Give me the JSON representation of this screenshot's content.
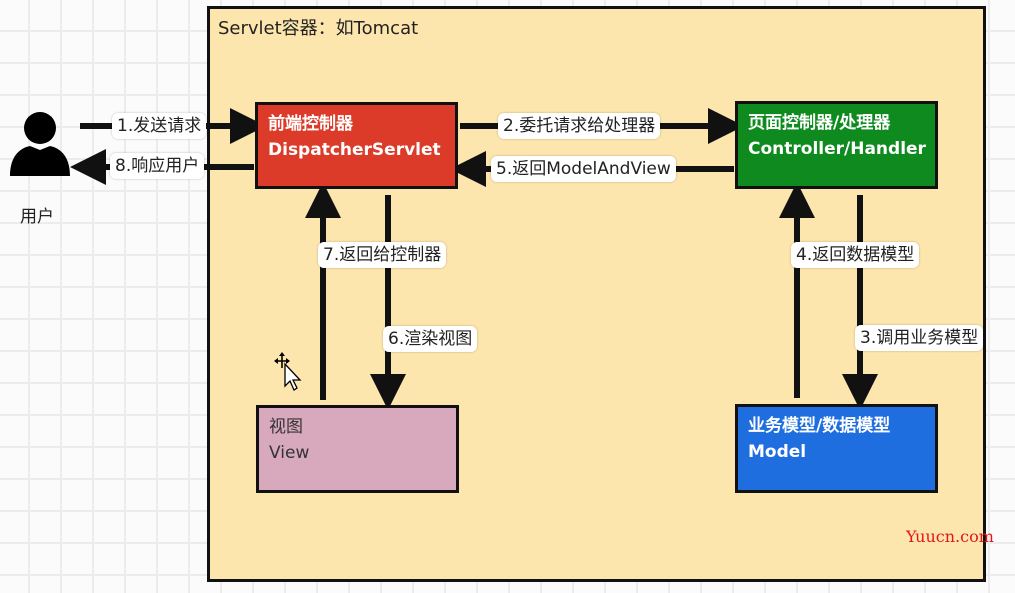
{
  "container": {
    "title": "Servlet容器：如Tomcat",
    "background": "#fde6ad"
  },
  "user": {
    "icon": "user-icon",
    "label": "用户"
  },
  "boxes": {
    "dispatcher": {
      "line1": "前端控制器",
      "line2": "DispatcherServlet",
      "color": "#dc3b2a"
    },
    "controller": {
      "line1": "页面控制器/处理器",
      "line2": "Controller/Handler",
      "color": "#0e8a1f"
    },
    "view": {
      "line1": "视图",
      "line2": "View",
      "color": "#d8a9bd"
    },
    "model": {
      "line1": "业务模型/数据模型",
      "line2": "Model",
      "color": "#1e6ee0"
    }
  },
  "edges": [
    {
      "step": 1,
      "label": "1.发送请求",
      "from": "user",
      "to": "dispatcher"
    },
    {
      "step": 2,
      "label": "2.委托请求给处理器",
      "from": "dispatcher",
      "to": "controller"
    },
    {
      "step": 3,
      "label": "3.调用业务模型",
      "from": "controller",
      "to": "model"
    },
    {
      "step": 4,
      "label": "4.返回数据模型",
      "from": "model",
      "to": "controller"
    },
    {
      "step": 5,
      "label": "5.返回ModelAndView",
      "from": "controller",
      "to": "dispatcher"
    },
    {
      "step": 6,
      "label": "6.渲染视图",
      "from": "dispatcher",
      "to": "view"
    },
    {
      "step": 7,
      "label": "7.返回给控制器",
      "from": "view",
      "to": "dispatcher"
    },
    {
      "step": 8,
      "label": "8.响应用户",
      "from": "dispatcher",
      "to": "user"
    }
  ],
  "watermark": "Yuucn.com"
}
